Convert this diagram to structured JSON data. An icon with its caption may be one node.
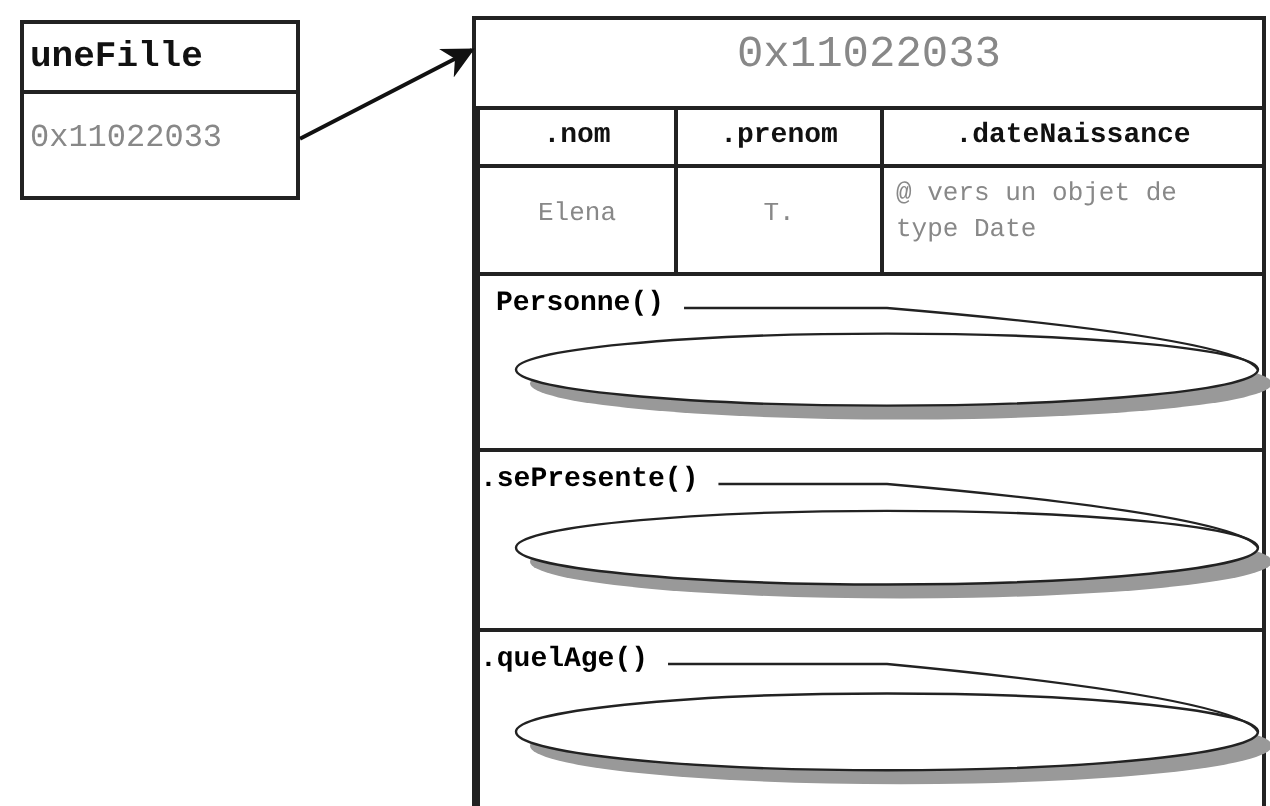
{
  "diagram": {
    "nodes": [
      {
        "text": [
          "uneFille",
          "0x11022033"
        ]
      },
      {
        "text": [
          "0x11022033"
        ]
      },
      {
        "text": [
          ".nom"
        ],
        "in": 1
      },
      {
        "text": [
          ".prenom"
        ],
        "in": 1
      },
      {
        "text": [
          ".dateNaissance"
        ],
        "in": 1
      },
      {
        "text": [
          "Elena"
        ],
        "in": 1
      },
      {
        "text": [
          "T."
        ],
        "in": 1
      },
      {
        "text": [
          "@ vers un objet de type Date"
        ],
        "in": 1
      },
      {
        "text": [
          "Personne()"
        ],
        "in": 1
      },
      {
        "text": [
          ".sePresente()"
        ],
        "in": 1
      },
      {
        "text": [
          ".quelAge()"
        ],
        "in": 1
      }
    ],
    "edges": [
      {
        "from": 0,
        "to": 1,
        "arrow": "to"
      }
    ]
  }
}
